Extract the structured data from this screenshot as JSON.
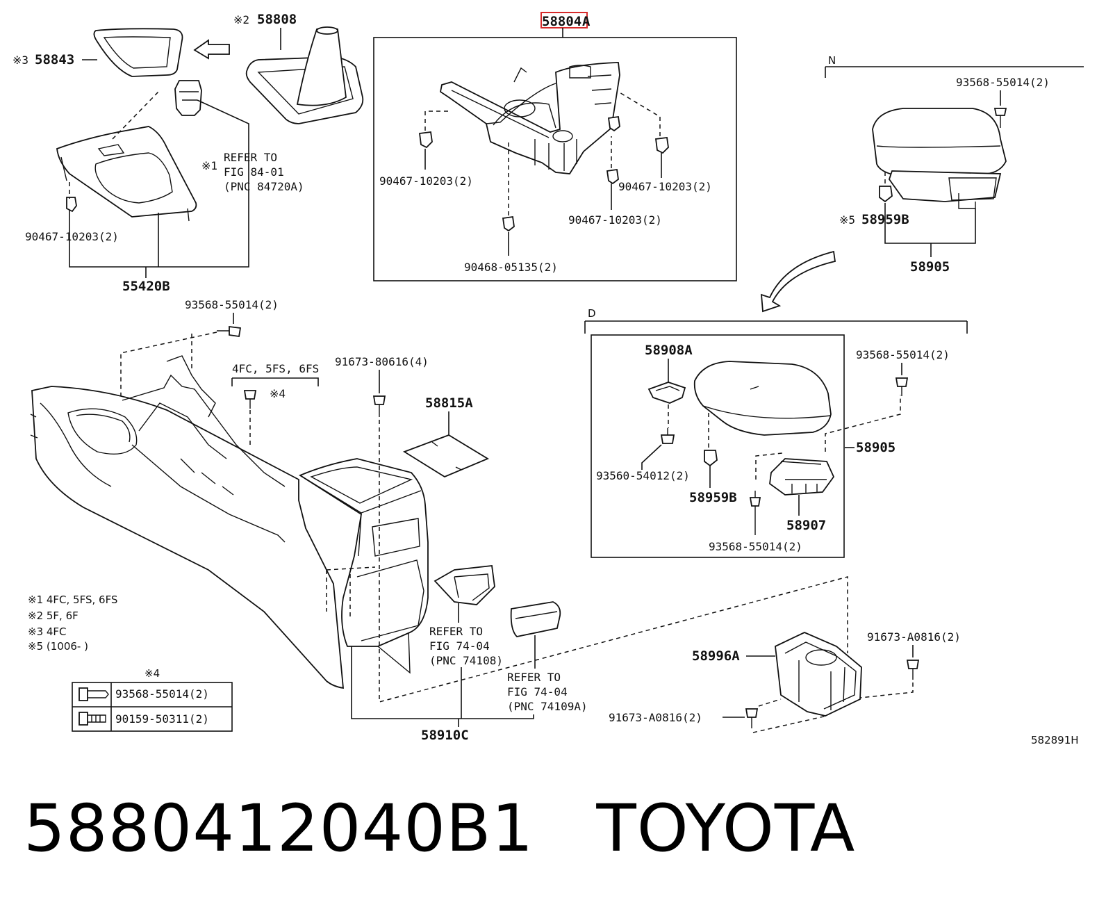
{
  "labels": {
    "l58808": "58808",
    "l58808_mark": "※2",
    "l58843": "58843",
    "l58843_mark": "※3",
    "l58804A_hl": "58804",
    "l58804A_suffix": "A",
    "refer1_a": "REFER TO",
    "refer1_b": "FIG 84-01",
    "refer1_c": "(PNC 84720A)",
    "refer1_mark": "※1",
    "c90467_left": "90467-10203(2)",
    "c55420B": "55420B",
    "c90467_box_l": "90467-10203(2)",
    "c90467_box_r1": "90467-10203(2)",
    "c90467_box_r2": "90467-10203(2)",
    "c90468": "90468-05135(2)",
    "n_label": "N",
    "c93568_top": "93568-55014(2)",
    "c58959B_mark": "※5",
    "c58959B": "58959B",
    "c58905_top": "58905",
    "d_label": "D",
    "c93568_mid": "93568-55014(2)",
    "c4fc_label": "4FC, 5FS, 6FS",
    "c4fc_mark": "※4",
    "c91673_80616": "91673-80616(4)",
    "c58815A": "58815A",
    "c58908A": "58908A",
    "c93568_d": "93568-55014(2)",
    "c58905_d": "58905",
    "c93560": "93560-54012(2)",
    "c58959B_d": "58959B",
    "c58907": "58907",
    "c93568_d2": "93568-55014(2)",
    "refer2_a": "REFER TO",
    "refer2_b": "FIG 74-04",
    "refer2_c": "(PNC 74108)",
    "refer3_a": "REFER TO",
    "refer3_b": "FIG 74-04",
    "refer3_c": "(PNC 74109A)",
    "c58910C": "58910C",
    "c58996A": "58996A",
    "c91673_A_r": "91673-A0816(2)",
    "c91673_A_l": "91673-A0816(2)",
    "code": "582891H"
  },
  "notes": [
    "※1 4FC, 5FS, 6FS",
    "※2 5F, 6F",
    "※3 4FC",
    "※5 (1006-      )"
  ],
  "legend": {
    "title": "※4",
    "rows": [
      "93568-55014(2)",
      "90159-50311(2)"
    ]
  },
  "footer": {
    "part_number": "5880412040B1",
    "brand": "TOYOTA"
  },
  "colors": {
    "highlight": "#d62b2b",
    "ink": "#111111"
  }
}
